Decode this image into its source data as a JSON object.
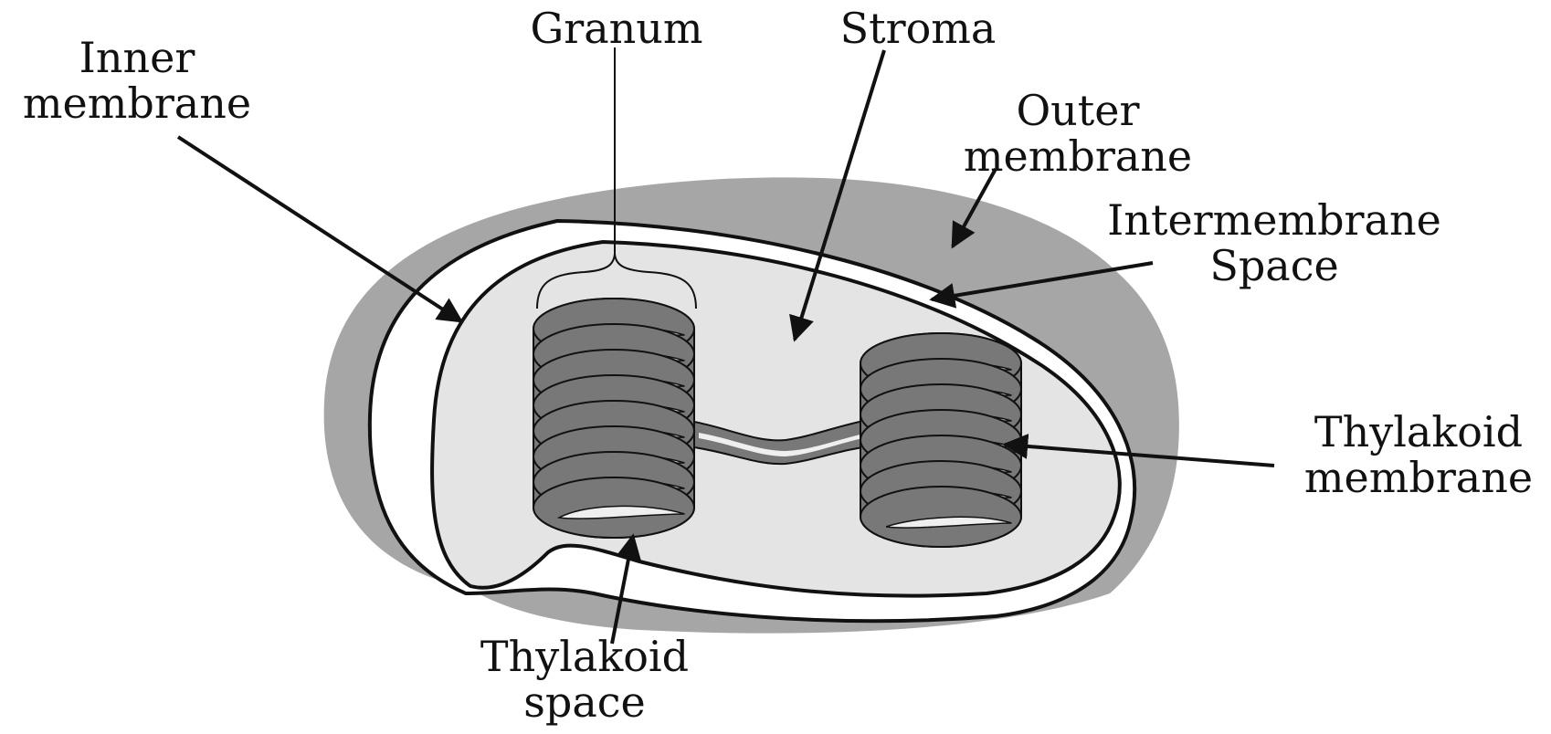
{
  "labels": {
    "inner_membrane": [
      "Inner",
      "membrane"
    ],
    "granum": [
      "Granum"
    ],
    "stroma": [
      "Stroma"
    ],
    "outer_membrane": [
      "Outer",
      "membrane"
    ],
    "intermembrane_space": [
      "Intermembrane",
      "Space"
    ],
    "thylakoid_membrane": [
      "Thylakoid",
      "membrane"
    ],
    "thylakoid_space": [
      "Thylakoid",
      "space"
    ]
  },
  "colors": {
    "outer_shell": "#a6a6a6",
    "stroma_fill": "#e4e4e4",
    "thylakoid_dark": "#787878",
    "lumen": "#efefef",
    "outline": "#111111"
  }
}
